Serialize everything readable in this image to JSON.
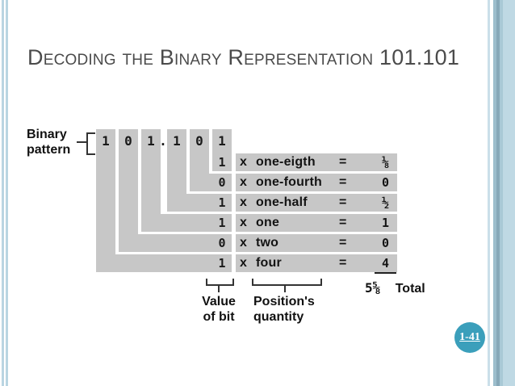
{
  "slide": {
    "title": "Decoding the Binary Representation 101.101",
    "page_badge": "1-41"
  },
  "diagram": {
    "pattern_label_line1": "Binary",
    "pattern_label_line2": "pattern",
    "radix_point": ".",
    "multiply_symbol": "x",
    "equals_symbol": "=",
    "rows": [
      {
        "bit": "1",
        "position": "one-eigth",
        "result": "⅛"
      },
      {
        "bit": "0",
        "position": "one-fourth",
        "result": "0"
      },
      {
        "bit": "1",
        "position": "one-half",
        "result": "½"
      },
      {
        "bit": "1",
        "position": "one",
        "result": "1"
      },
      {
        "bit": "0",
        "position": "two",
        "result": "0"
      },
      {
        "bit": "1",
        "position": "four",
        "result": "4"
      }
    ],
    "footer": {
      "value_label_line1": "Value",
      "value_label_line2": "of bit",
      "position_label_line1": "Position's",
      "position_label_line2": "quantity",
      "total_value": "5⅝",
      "total_label": "Total"
    }
  },
  "colors": {
    "bar_gray": "#c7c7c7",
    "title_gray": "#4b4b4b",
    "badge_teal": "#3b9fbb",
    "stripe_blue": "#b9d5e2"
  }
}
